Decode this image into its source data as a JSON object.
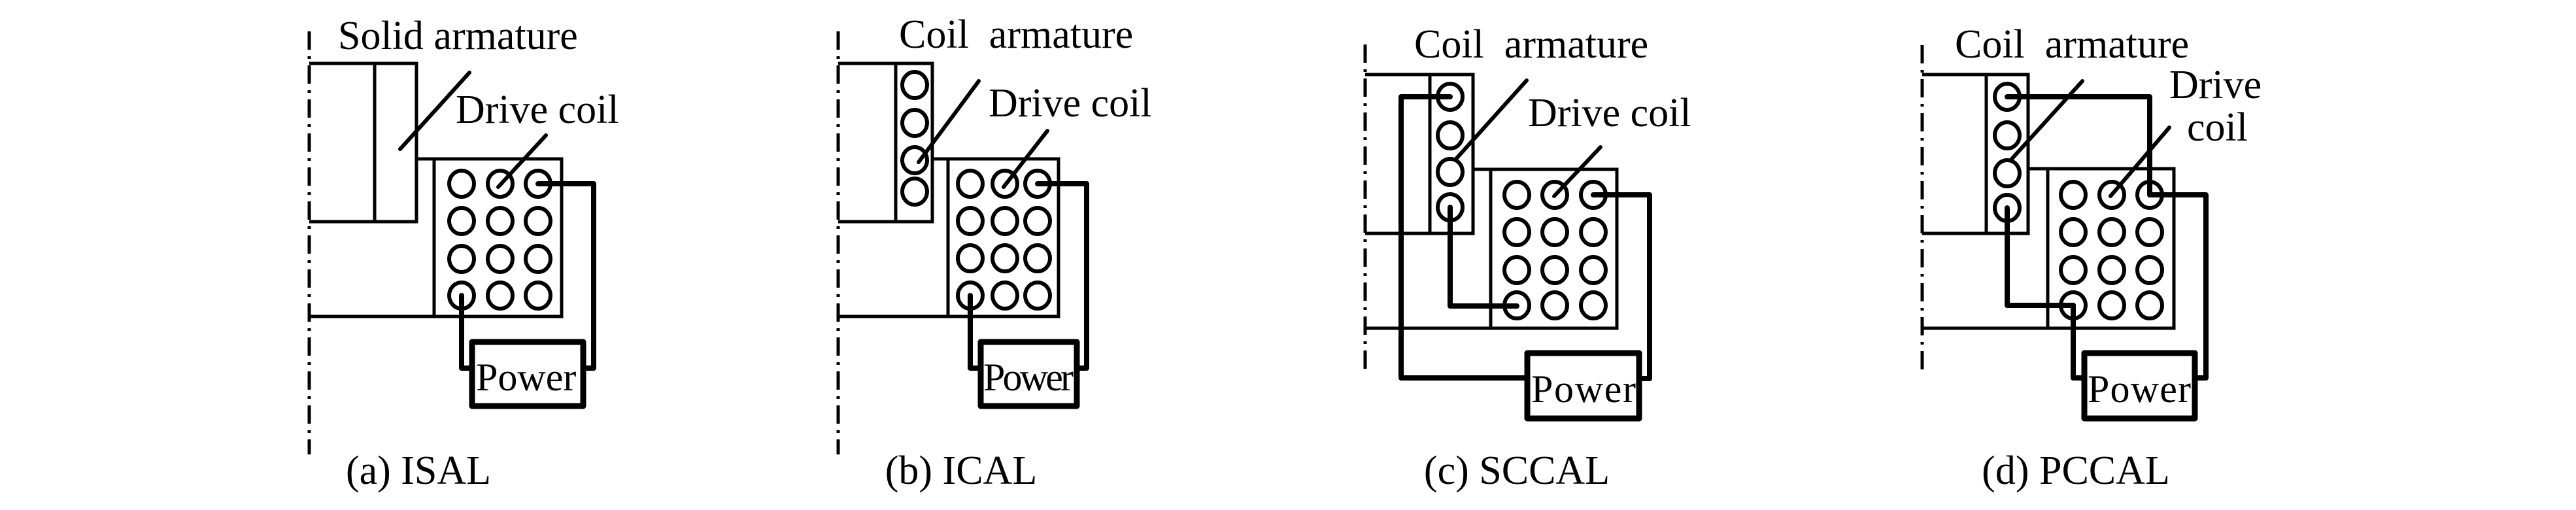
{
  "figure": {
    "panels": [
      {
        "id": "a",
        "armature_label": "Solid armature",
        "drive_coil_label_lines": [
          "Drive coil"
        ],
        "power_label": "Power",
        "caption": "(a) ISAL",
        "armature_type": "solid",
        "armature_turns": 0,
        "drive_coil_turns": {
          "rows": 4,
          "cols": 3
        },
        "armature_connection": "none"
      },
      {
        "id": "b",
        "armature_label": "Coil  armature",
        "drive_coil_label_lines": [
          "Drive coil"
        ],
        "power_label": "Power",
        "caption": "(b) ICAL",
        "armature_type": "coil",
        "armature_turns": 4,
        "drive_coil_turns": {
          "rows": 4,
          "cols": 3
        },
        "armature_connection": "none"
      },
      {
        "id": "c",
        "armature_label": "Coil  armature",
        "drive_coil_label_lines": [
          "Drive coil"
        ],
        "power_label": "Power",
        "caption": "(c) SCCAL",
        "armature_type": "coil",
        "armature_turns": 4,
        "drive_coil_turns": {
          "rows": 4,
          "cols": 3
        },
        "armature_connection": "series"
      },
      {
        "id": "d",
        "armature_label": "Coil  armature",
        "drive_coil_label_lines": [
          "Drive",
          "coil"
        ],
        "power_label": "Power",
        "caption": "(d) PCCAL",
        "armature_type": "coil",
        "armature_turns": 4,
        "drive_coil_turns": {
          "rows": 4,
          "cols": 3
        },
        "armature_connection": "parallel"
      }
    ]
  }
}
